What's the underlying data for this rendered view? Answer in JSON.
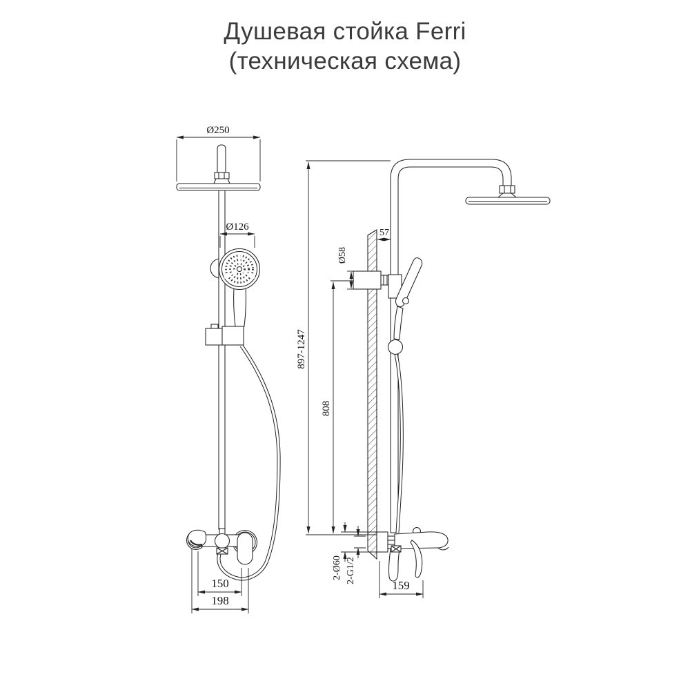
{
  "title": {
    "line1": "Душевая стойка Ferri",
    "line2": "(техническая схема)"
  },
  "dimensions": {
    "front": {
      "head_diameter": "Ø250",
      "hand_shower_diameter": "Ø126",
      "connection_spacing": "150",
      "overall_width": "198"
    },
    "side": {
      "height_range": "897-1247",
      "pole_height": "808",
      "wall_to_pipe": "57",
      "bracket_diameter": "Ø58",
      "escutcheon_diameter": "2-Ø60",
      "thread_size": "2-G1/2",
      "depth": "159"
    }
  },
  "colors": {
    "line": "#212121",
    "dimension_text": "#141414",
    "title_text": "#3b3b3b",
    "background": "#ffffff"
  }
}
